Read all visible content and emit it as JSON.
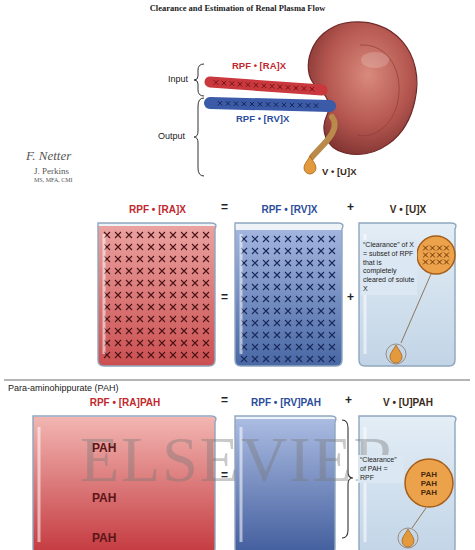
{
  "diagram": {
    "title": "Clearance and Estimation of Renal Plasma Flow",
    "nodes": [
      {
        "text": [
          "RPF • [RA]X"
        ]
      },
      {
        "text": [
          "RPF • [RV]X"
        ]
      },
      {
        "text": [
          "V • [U]X"
        ]
      },
      {
        "text": [
          "RPF • [RA]PAH",
          "PAH",
          "PAH",
          "PAH"
        ]
      },
      {
        "text": [
          "RPF • [RV]PAH"
        ]
      },
      {
        "text": [
          "V • [U]PAH"
        ]
      },
      {
        "text": [
          "PAH PAH PAH"
        ],
        "in": 5
      }
    ],
    "labels": [
      "RPF • [RA]X",
      "Input",
      "RPF • [RV]X",
      "Output",
      "V • [U]X",
      "F. Netter",
      "J. Perkins",
      "MS, MFA, CMI",
      "=",
      "+",
      "=",
      "+",
      "“Clearance” of X = subset of RPF that is completely cleared of solute X",
      "Para-aminohippurate (PAH)",
      "=",
      "+",
      "=",
      "“Clearance” of PAH = RPF",
      "ELSEVIER"
    ]
  }
}
